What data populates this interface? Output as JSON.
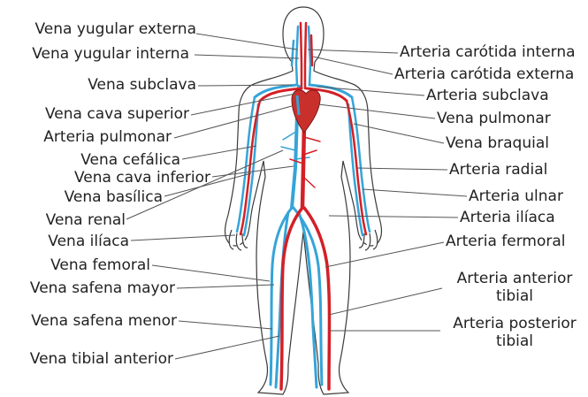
{
  "colors": {
    "artery": "#d32027",
    "vein": "#35a4d8",
    "heart": "#c9302c",
    "label_text": "#222222",
    "leader_line": "#555555",
    "body_outline": "#3a3a3a"
  },
  "figure": {
    "icon": "human-body-circulatory-system"
  },
  "labels": {
    "left": [
      {
        "id": "vena-yugular-externa",
        "text": "Vena yugular externa"
      },
      {
        "id": "vena-yugular-interna",
        "text": "Vena yugular interna"
      },
      {
        "id": "vena-subclava",
        "text": "Vena subclava"
      },
      {
        "id": "vena-cava-superior",
        "text": "Vena cava superior"
      },
      {
        "id": "arteria-pulmonar",
        "text": "Arteria pulmonar"
      },
      {
        "id": "vena-cefalica",
        "text": "Vena cefálica"
      },
      {
        "id": "vena-cava-inferior",
        "text": "Vena cava inferior"
      },
      {
        "id": "vena-basilica",
        "text": "Vena basílica"
      },
      {
        "id": "vena-renal",
        "text": "Vena renal"
      },
      {
        "id": "vena-iliaca",
        "text": "Vena ilíaca"
      },
      {
        "id": "vena-femoral",
        "text": "Vena femoral"
      },
      {
        "id": "vena-safena-mayor",
        "text": "Vena safena mayor"
      },
      {
        "id": "vena-safena-menor",
        "text": "Vena safena menor"
      },
      {
        "id": "vena-tibial-anterior",
        "text": "Vena tibial anterior"
      }
    ],
    "right": [
      {
        "id": "arteria-carotida-interna",
        "text": "Arteria carótida interna"
      },
      {
        "id": "arteria-carotida-externa",
        "text": "Arteria carótida externa"
      },
      {
        "id": "arteria-subclava",
        "text": "Arteria subclava"
      },
      {
        "id": "vena-pulmonar",
        "text": "Vena pulmonar"
      },
      {
        "id": "vena-braquial",
        "text": "Vena braquial"
      },
      {
        "id": "arteria-radial",
        "text": "Arteria radial"
      },
      {
        "id": "arteria-ulnar",
        "text": "Arteria ulnar"
      },
      {
        "id": "arteria-iliaca",
        "text": "Arteria ilíaca"
      },
      {
        "id": "arteria-fermoral",
        "text": "Arteria fermoral"
      },
      {
        "id": "arteria-anterior-tibial",
        "lines": [
          "Arteria anterior",
          "tibial"
        ]
      },
      {
        "id": "arteria-posterior-tibial",
        "lines": [
          "Arteria posterior",
          "tibial"
        ]
      }
    ]
  }
}
